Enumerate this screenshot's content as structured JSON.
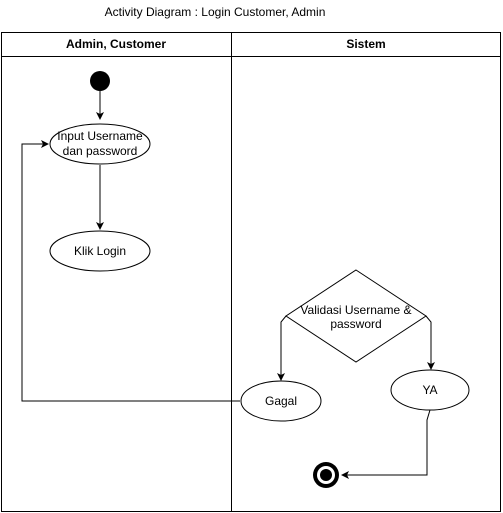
{
  "title": "Activity Diagram : Login Customer, Admin",
  "lanes": [
    {
      "label": "Admin, Customer"
    },
    {
      "label": "Sistem"
    }
  ],
  "nodes": {
    "input": {
      "line1": "Input Username",
      "line2": "dan password"
    },
    "klik_login": {
      "label": "Klik Login"
    },
    "validasi": {
      "line1": "Validasi Username &",
      "line2": "password"
    },
    "gagal": {
      "label": "Gagal"
    },
    "ya": {
      "label": "YA"
    }
  },
  "colors": {
    "stroke": "#000000",
    "fill": "#ffffff"
  }
}
